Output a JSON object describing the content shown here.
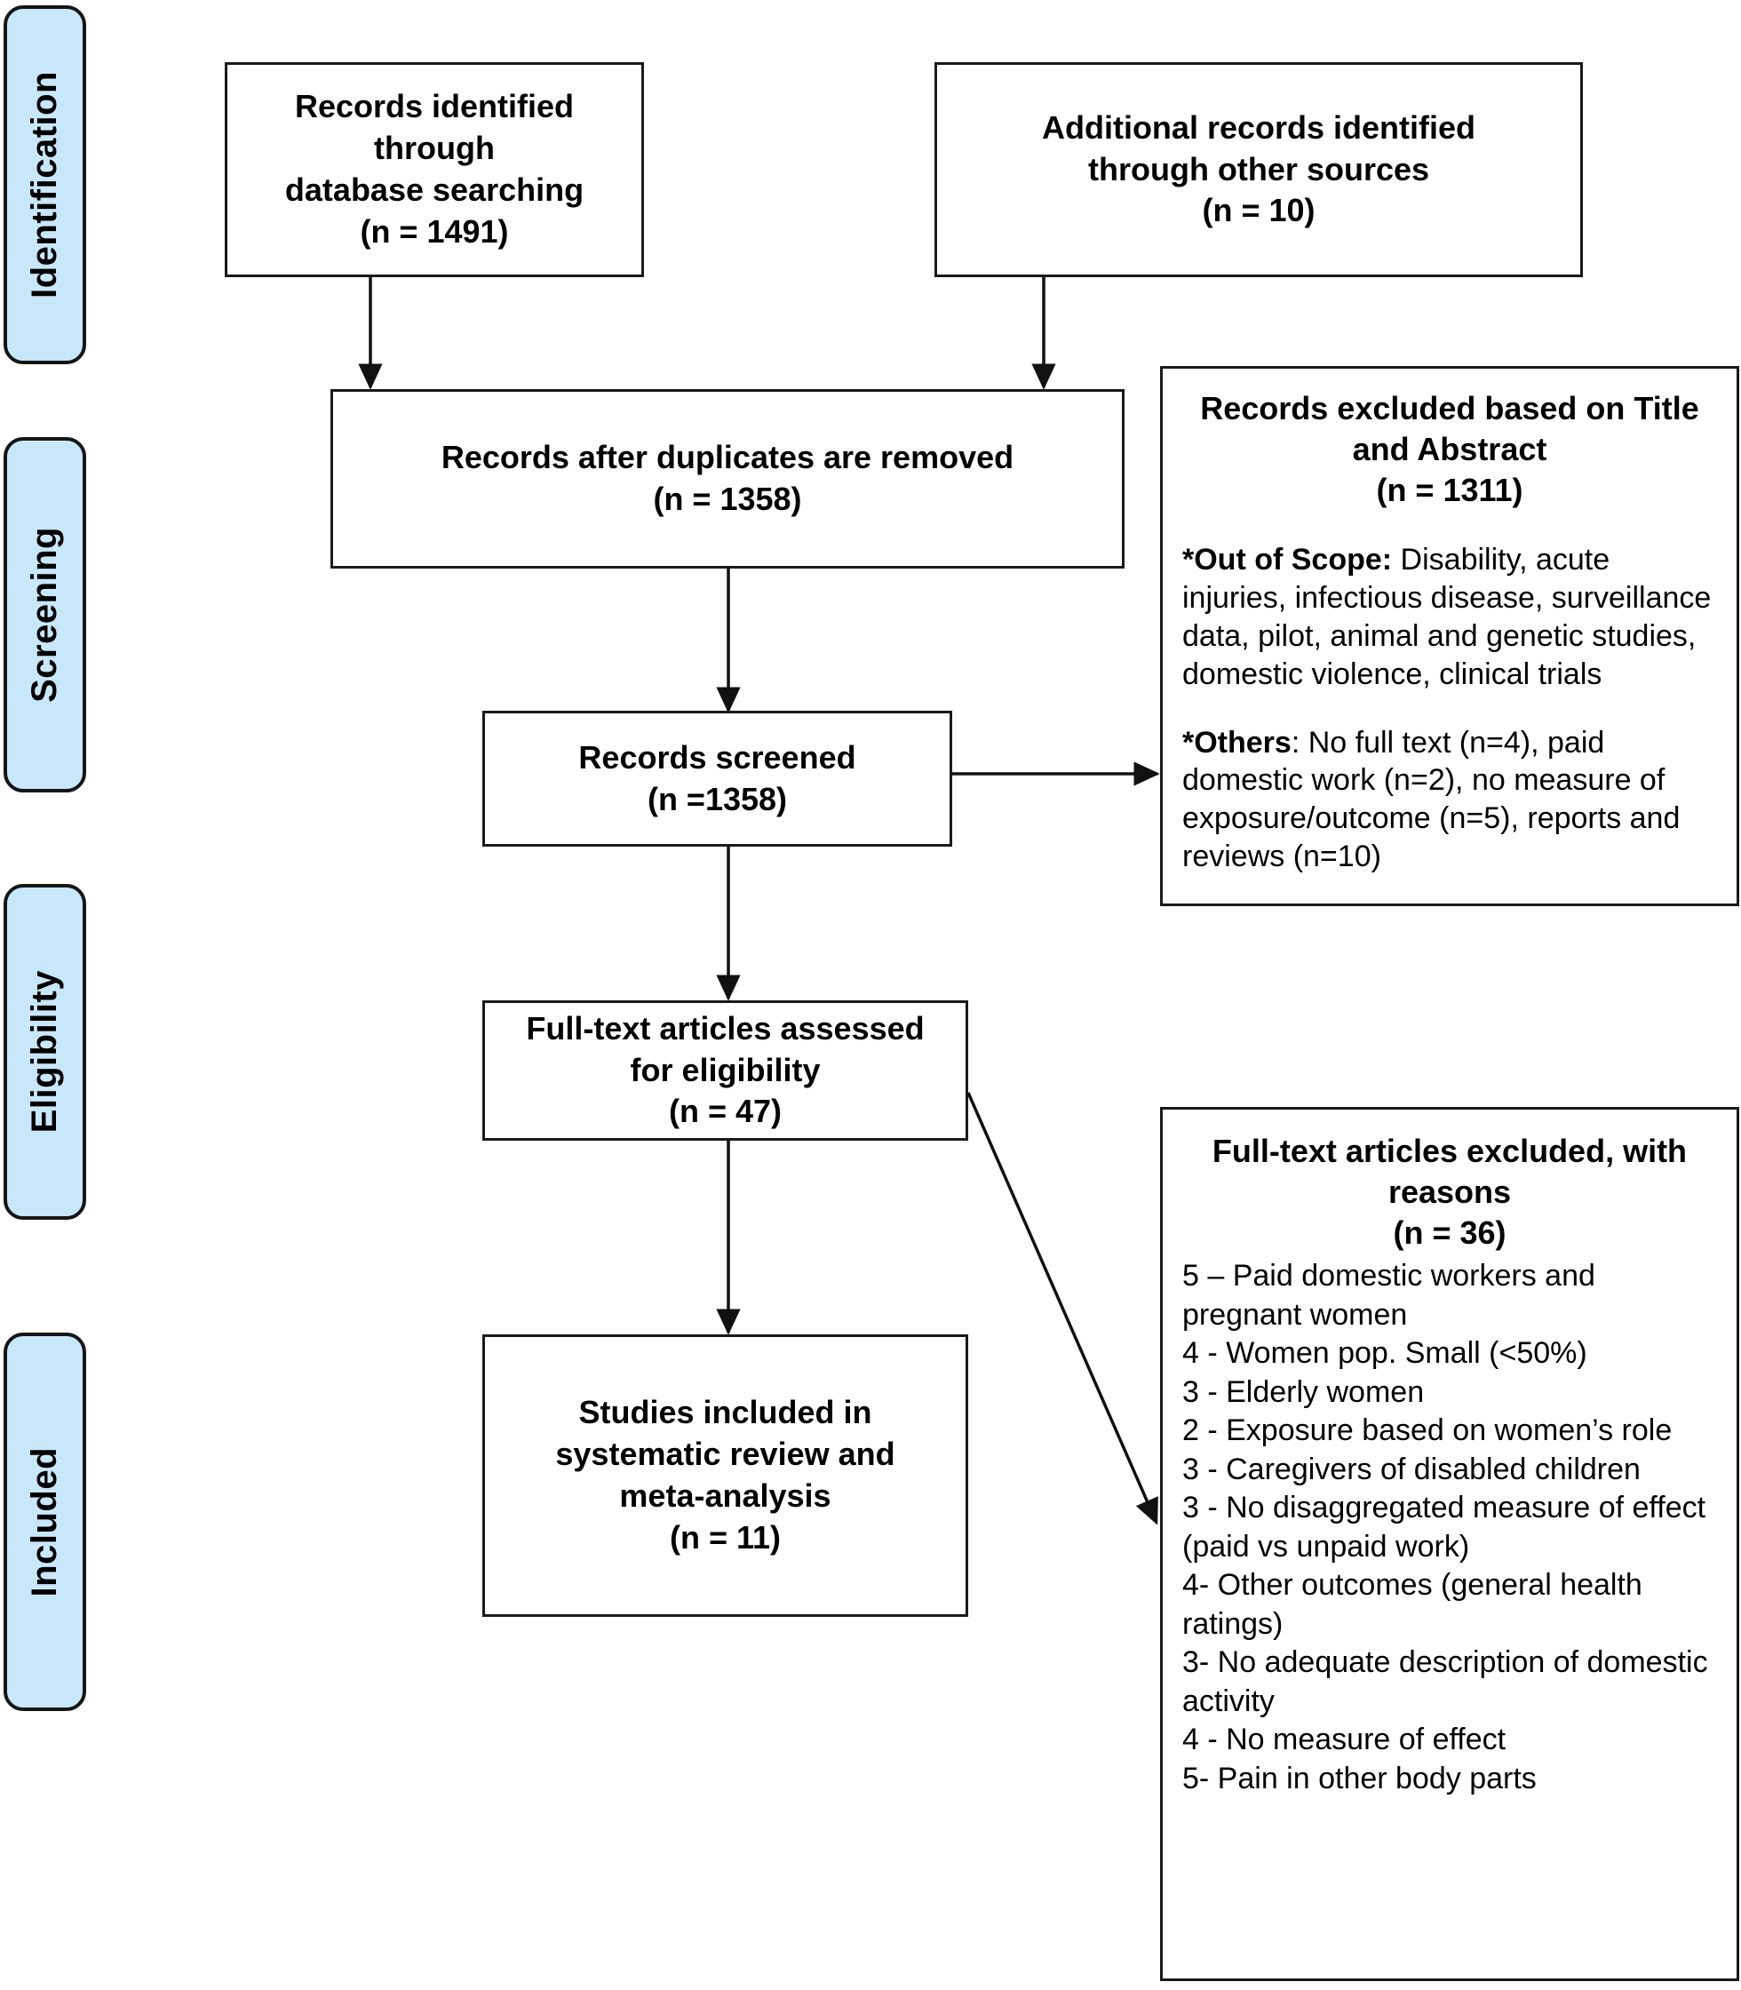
{
  "diagram": {
    "type": "prisma-flow-diagram",
    "stages": [
      {
        "name": "identification",
        "label": "Identification"
      },
      {
        "name": "screening",
        "label": "Screening"
      },
      {
        "name": "eligibility",
        "label": "Eligibility"
      },
      {
        "name": "included",
        "label": "Included"
      }
    ],
    "colors": {
      "stage_tab_fill": "#c9e7fa",
      "stage_tab_border": "#151515",
      "box_border": "#1a1a1a",
      "box_fill": "#ffffff",
      "text": "#000000"
    },
    "boxes": {
      "records_identified": {
        "title_line1": "Records identified through",
        "title_line2": "database searching",
        "count": "(n = 1491)"
      },
      "additional_records": {
        "title_line1": "Additional records identified",
        "title_line2": "through other sources",
        "count": "(n = 10)"
      },
      "after_duplicates": {
        "title_line1": "Records after duplicates are removed",
        "count": "(n = 1358)"
      },
      "records_screened": {
        "title_line1": "Records screened",
        "count": "(n =1358)"
      },
      "fulltext_assessed": {
        "title_line1": "Full-text articles assessed",
        "title_line2": "for eligibility",
        "count": "(n = 47)"
      },
      "studies_included": {
        "title_line1": "Studies included in",
        "title_line2": "systematic review and",
        "title_line3": "meta-analysis",
        "count": "(n = 11)"
      },
      "records_excluded": {
        "title_line1": "Records excluded based on Title",
        "title_line2": "and Abstract",
        "count": "(n = 1311)",
        "out_of_scope_label": "*Out of Scope:",
        "out_of_scope_text": " Disability, acute injuries, infectious disease, surveillance data, pilot, animal and genetic studies, domestic violence, clinical trials",
        "others_label": "*Others",
        "others_text": ": No full text (n=4), paid domestic work (n=2), no measure of exposure/outcome (n=5), reports and reviews (n=10)"
      },
      "fulltext_excluded": {
        "title_line1": "Full-text articles excluded, with",
        "title_line2": "reasons",
        "count": "(n = 36)",
        "reasons": [
          "5 – Paid domestic workers and pregnant women",
          "4 - Women pop. Small (<50%)",
          "3 - Elderly women",
          "2 - Exposure based on women’s role",
          "3 - Caregivers of disabled children",
          "3 - No disaggregated measure of effect (paid vs unpaid work)",
          "4- Other outcomes (general health ratings)",
          "3- No adequate description of domestic activity",
          "4 - No measure of effect",
          "5- Pain in other body parts"
        ]
      }
    }
  }
}
